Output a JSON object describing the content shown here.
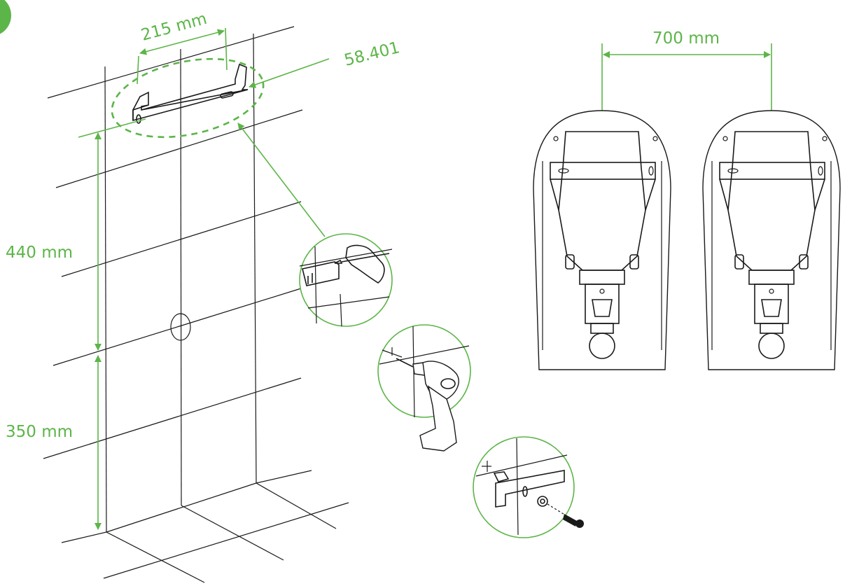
{
  "dimensions": {
    "bracket_width": "215 mm",
    "bracket_code": "58.401",
    "upper_height": "440 mm",
    "lower_height": "350 mm",
    "unit_spacing": "700 mm"
  },
  "colors": {
    "accent": "#5cb548",
    "line": "#1a1a1a"
  },
  "icons": [
    "pencil-icon",
    "drill-icon",
    "screw-icon",
    "wall-plug-icon"
  ]
}
